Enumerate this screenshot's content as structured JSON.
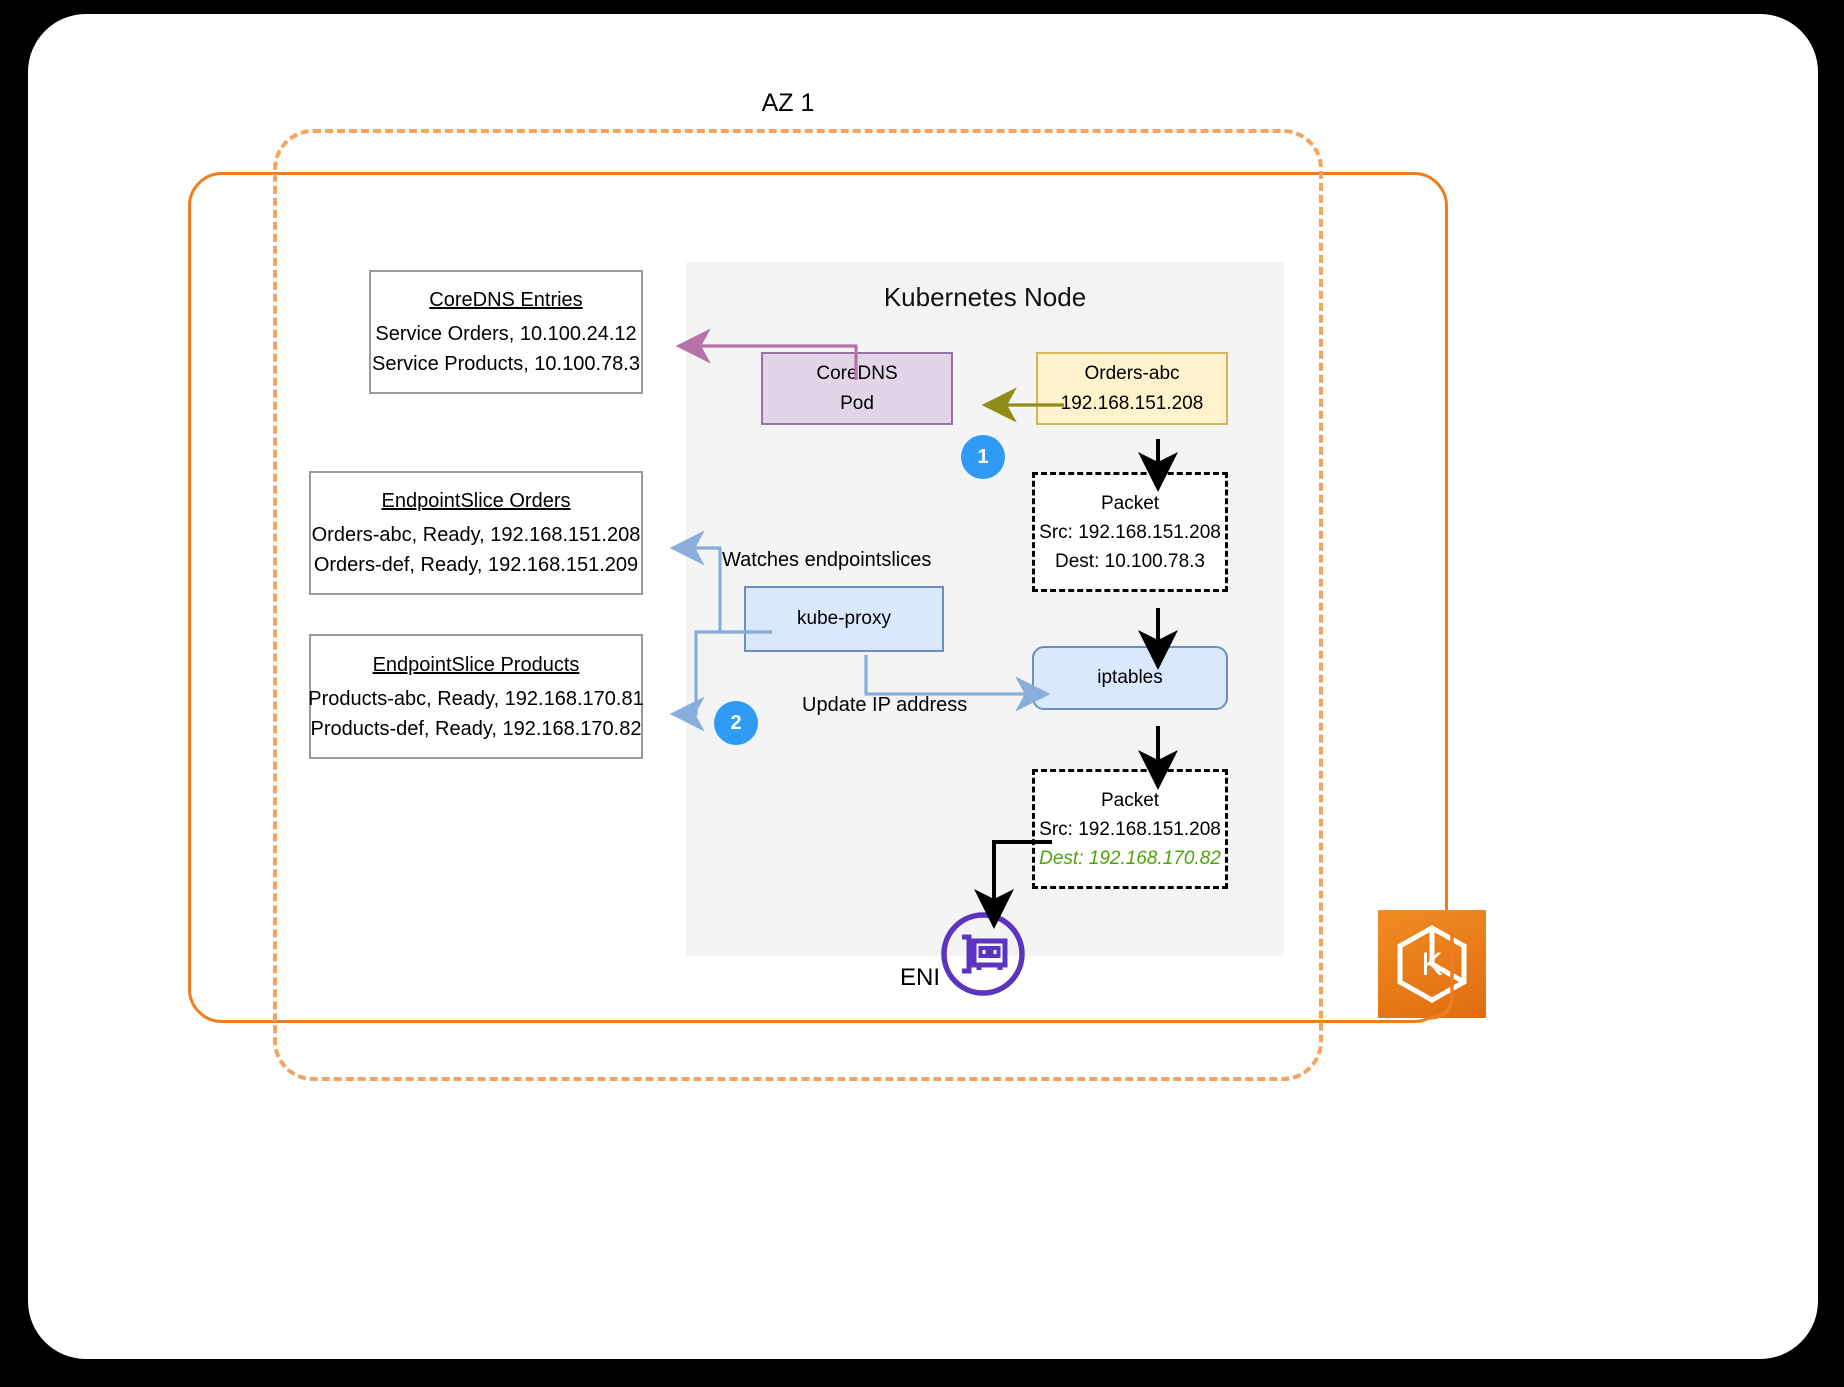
{
  "diagram": {
    "az_label": "AZ 1",
    "node_title": "Kubernetes Node",
    "coredns_entries": {
      "title": "CoreDNS Entries",
      "rows": [
        "Service Orders, 10.100.24.12",
        "Service Products, 10.100.78.3"
      ]
    },
    "endpointslice_orders": {
      "title": "EndpointSlice Orders",
      "rows": [
        "Orders-abc, Ready, 192.168.151.208",
        "Orders-def, Ready, 192.168.151.209"
      ]
    },
    "endpointslice_products": {
      "title": "EndpointSlice Products",
      "rows": [
        "Products-abc, Ready, 192.168.170.81",
        "Products-def, Ready, 192.168.170.82"
      ]
    },
    "coredns_pod": {
      "line1": "CoreDNS",
      "line2": "Pod"
    },
    "orders_pod": {
      "line1": "Orders-abc",
      "line2": "192.168.151.208"
    },
    "packet_before": {
      "title": "Packet",
      "src": "Src: 192.168.151.208",
      "dest": "Dest: 10.100.78.3"
    },
    "packet_after": {
      "title": "Packet",
      "src": "Src: 192.168.151.208",
      "dest": "Dest: 192.168.170.82"
    },
    "kube_proxy": "kube-proxy",
    "iptables": "iptables",
    "labels": {
      "watches": "Watches endpointslices",
      "update": "Update IP address",
      "eni": "ENI"
    },
    "steps": {
      "one": "1",
      "two": "2"
    },
    "icons": {
      "eni": "network-interface-card-icon",
      "eks": "eks-logo-icon"
    },
    "colors": {
      "vpc_border": "#ED7D1E",
      "az_border": "#F4A45E",
      "node_fill": "#F4F4F4",
      "pod_fill": "#FFF2CC",
      "pod_stroke": "#D6B656",
      "coredns_fill": "#E1D5E7",
      "coredns_stroke": "#9673A6",
      "blue_fill": "#DAE8FC",
      "blue_stroke": "#6C8EBF",
      "badge": "#2F9BF5",
      "dest_highlight": "#4FA30A",
      "dns_arrow": "#8F8C1B",
      "coredns_arrow": "#B572A8",
      "eni_purple": "#5B34C0",
      "eks_orange": "#E8730F"
    }
  }
}
